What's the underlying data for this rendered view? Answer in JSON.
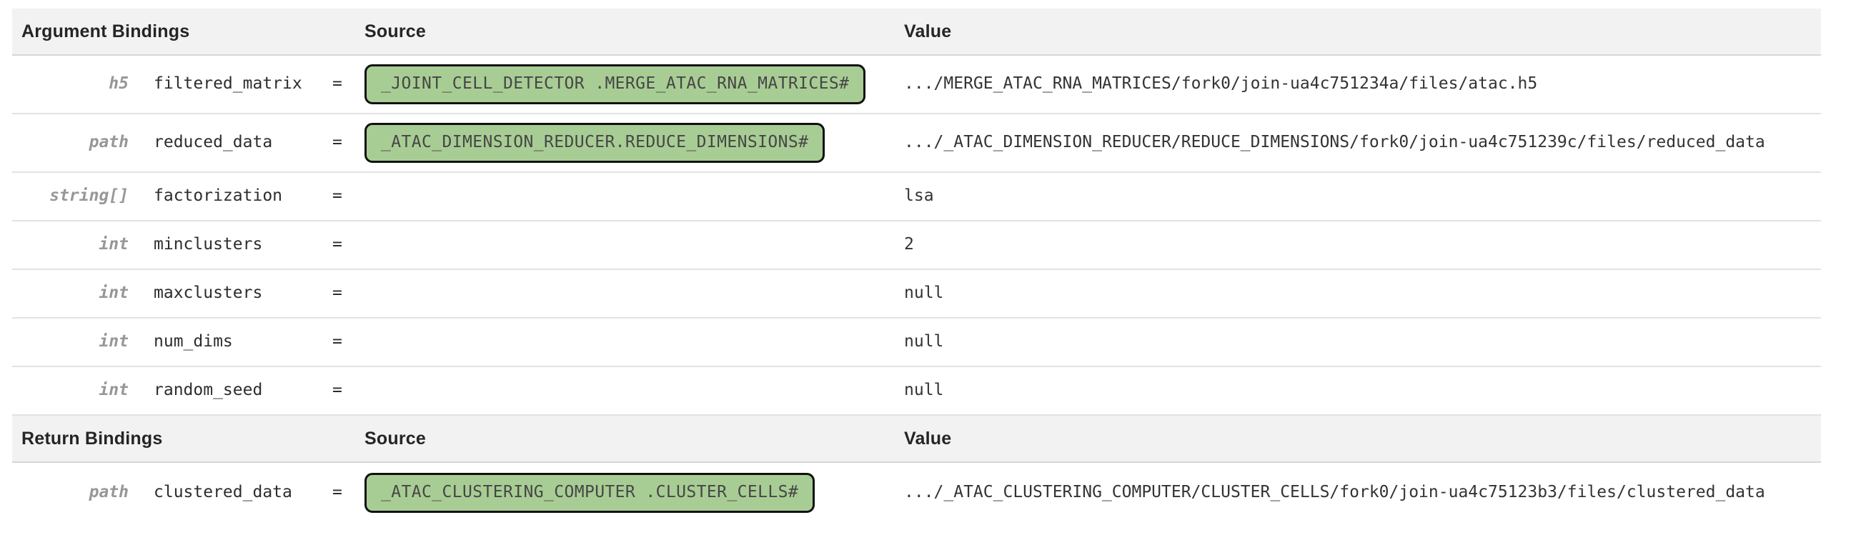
{
  "colors": {
    "pill_bg": "#a8cd94",
    "pill_border": "#111111",
    "header_band_bg": "#f2f2f2",
    "divider": "#e2e2e2",
    "type_text": "#979797"
  },
  "equals_sign": "=",
  "sections": [
    {
      "title": "Argument Bindings",
      "source_header": "Source",
      "value_header": "Value",
      "rows": [
        {
          "type": "h5",
          "name": "filtered_matrix",
          "source": "_JOINT_CELL_DETECTOR .MERGE_ATAC_RNA_MATRICES#",
          "value": ".../MERGE_ATAC_RNA_MATRICES/fork0/join-ua4c751234a/files/atac.h5"
        },
        {
          "type": "path",
          "name": "reduced_data",
          "source": "_ATAC_DIMENSION_REDUCER.REDUCE_DIMENSIONS#",
          "value": ".../_ATAC_DIMENSION_REDUCER/REDUCE_DIMENSIONS/fork0/join-ua4c751239c/files/reduced_data"
        },
        {
          "type": "string[]",
          "name": "factorization",
          "source": null,
          "value": "lsa"
        },
        {
          "type": "int",
          "name": "minclusters",
          "source": null,
          "value": "2"
        },
        {
          "type": "int",
          "name": "maxclusters",
          "source": null,
          "value": "null"
        },
        {
          "type": "int",
          "name": "num_dims",
          "source": null,
          "value": "null"
        },
        {
          "type": "int",
          "name": "random_seed",
          "source": null,
          "value": "null"
        }
      ]
    },
    {
      "title": "Return Bindings",
      "source_header": "Source",
      "value_header": "Value",
      "rows": [
        {
          "type": "path",
          "name": "clustered_data",
          "source": "_ATAC_CLUSTERING_COMPUTER .CLUSTER_CELLS#",
          "value": ".../_ATAC_CLUSTERING_COMPUTER/CLUSTER_CELLS/fork0/join-ua4c75123b3/files/clustered_data"
        }
      ]
    }
  ]
}
